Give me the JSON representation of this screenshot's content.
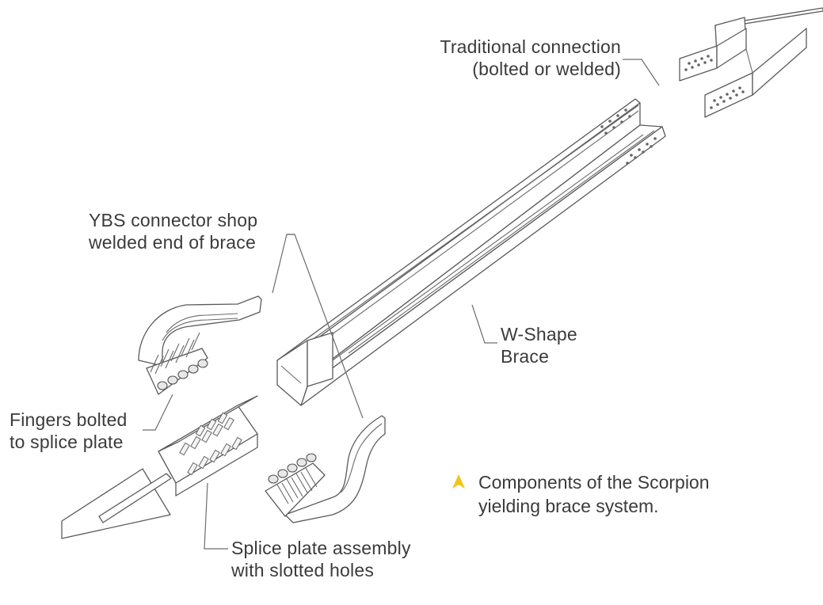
{
  "labels": {
    "traditional": [
      "Traditional connection",
      "(bolted or welded)"
    ],
    "ybs": [
      "YBS connector shop",
      "welded end of brace"
    ],
    "wshape": [
      "W-Shape",
      "Brace"
    ],
    "fingers": [
      "Fingers bolted",
      "to splice plate"
    ],
    "splice": [
      "Splice plate assembly",
      "with slotted holes"
    ]
  },
  "caption": {
    "lines": [
      "Components of the Scorpion",
      "yielding brace system."
    ],
    "icon": "triangle-marker-icon",
    "icon_color": "#f2c318"
  },
  "colors": {
    "line": "#5a5a5a",
    "text": "#3b3b3b"
  }
}
